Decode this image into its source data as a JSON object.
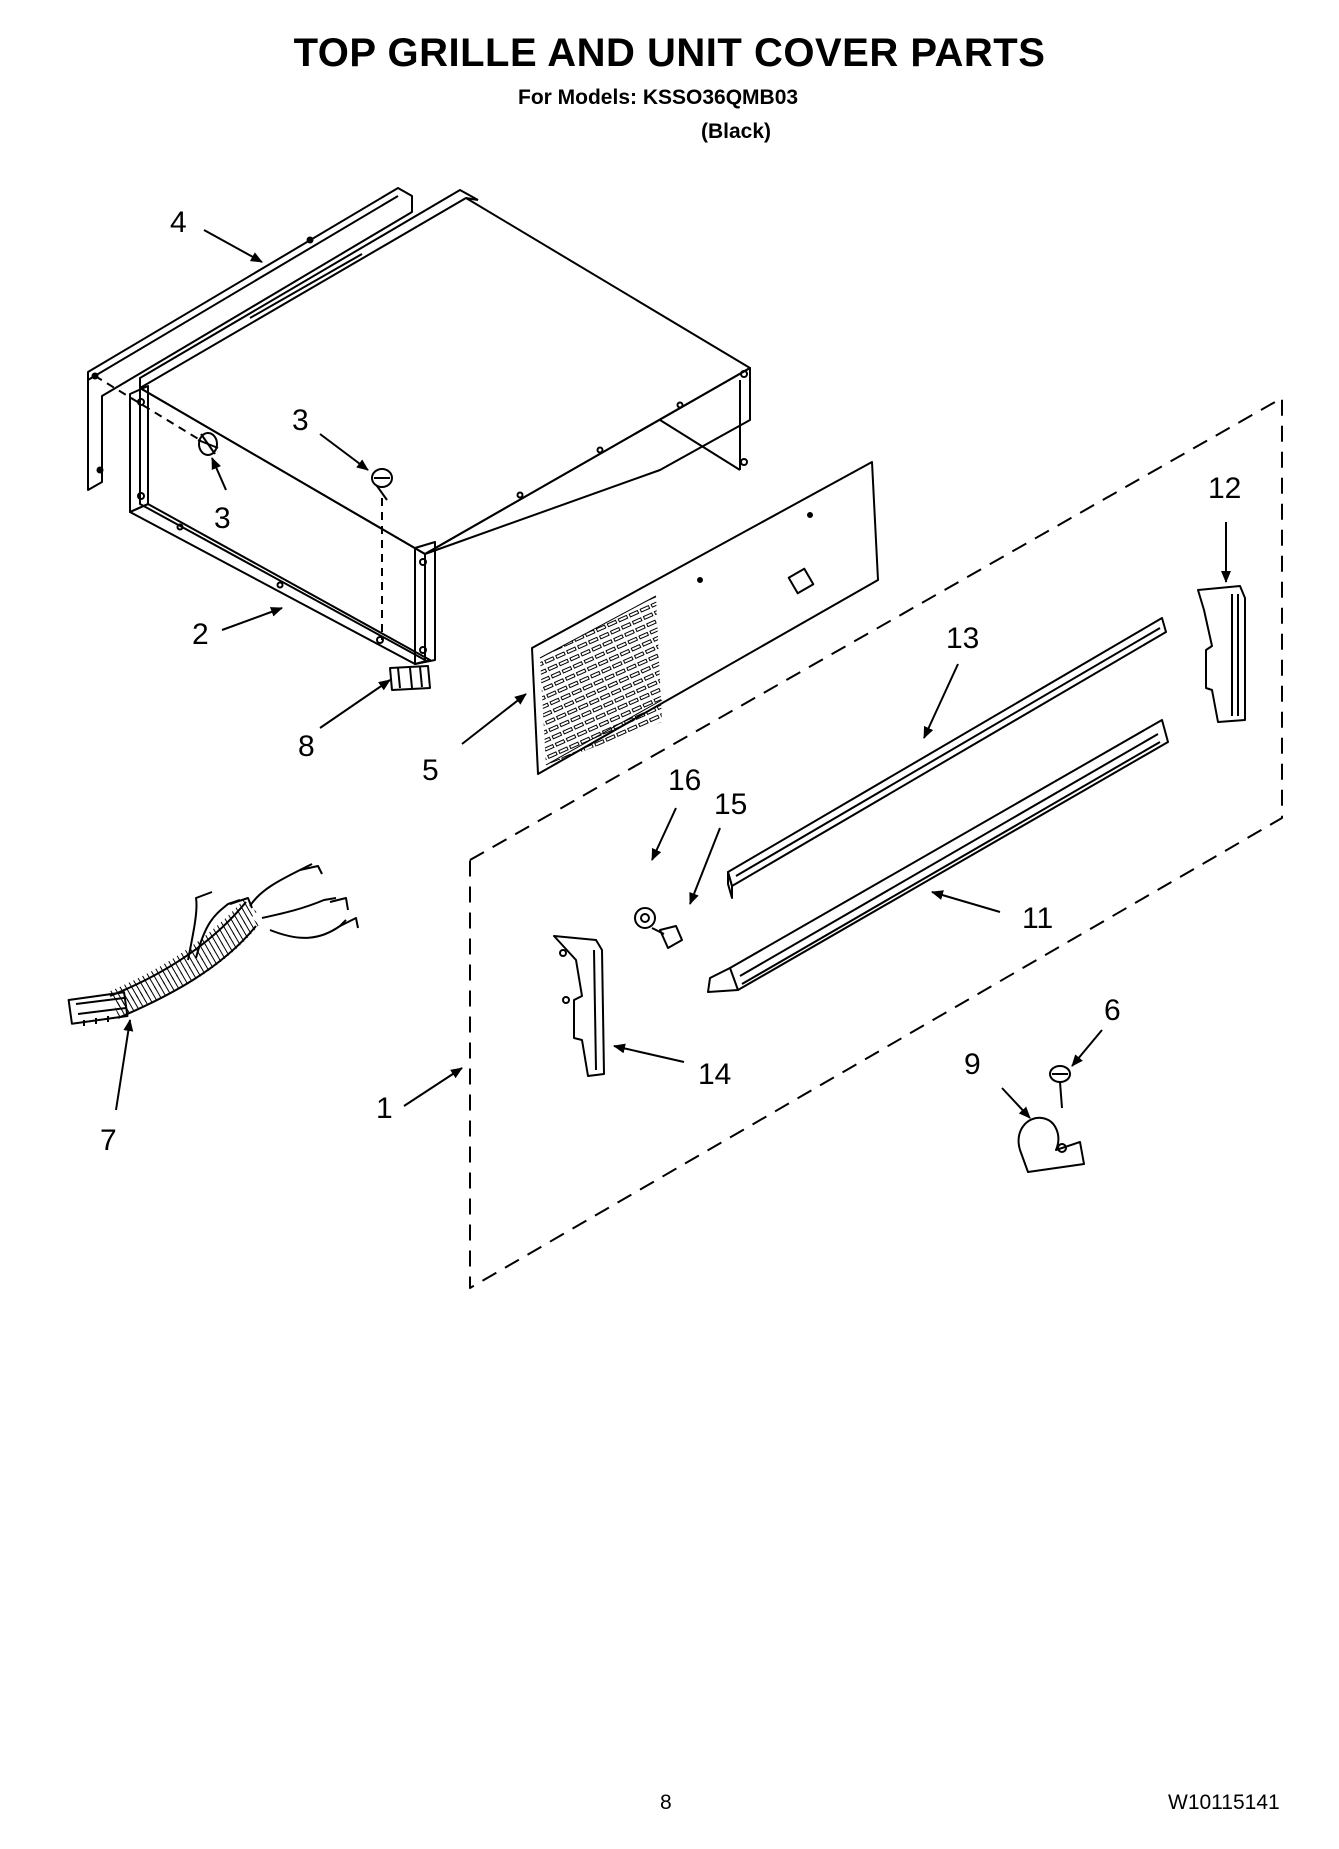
{
  "header": {
    "title": "TOP GRILLE AND UNIT COVER PARTS",
    "models_line": "For Models: KSSO36QMB03",
    "color_line": "(Black)"
  },
  "callouts": [
    {
      "id": "c1",
      "label": "1"
    },
    {
      "id": "c2",
      "label": "2"
    },
    {
      "id": "c3a",
      "label": "3"
    },
    {
      "id": "c3b",
      "label": "3"
    },
    {
      "id": "c4",
      "label": "4"
    },
    {
      "id": "c5",
      "label": "5"
    },
    {
      "id": "c6",
      "label": "6"
    },
    {
      "id": "c7",
      "label": "7"
    },
    {
      "id": "c8",
      "label": "8"
    },
    {
      "id": "c9",
      "label": "9"
    },
    {
      "id": "c11",
      "label": "11"
    },
    {
      "id": "c12",
      "label": "12"
    },
    {
      "id": "c13",
      "label": "13"
    },
    {
      "id": "c14",
      "label": "14"
    },
    {
      "id": "c15",
      "label": "15"
    },
    {
      "id": "c16",
      "label": "16"
    }
  ],
  "footer": {
    "page_number": "8",
    "doc_number": "W10115141"
  }
}
